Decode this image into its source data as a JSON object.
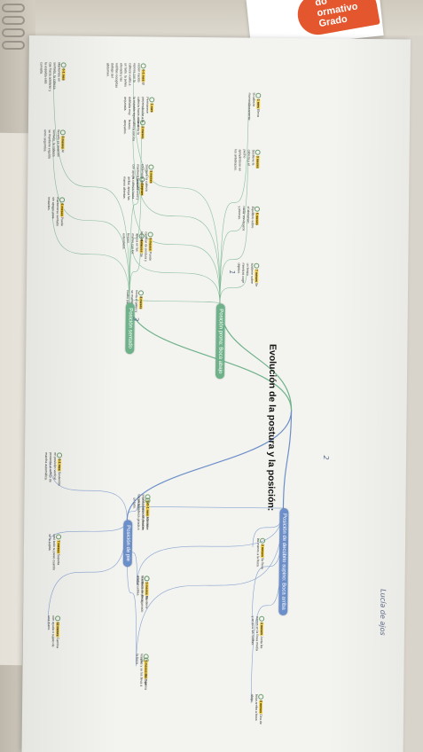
{
  "title": "Evolución de la postura y la posición:",
  "handwritten_header": "Lucía de ajos",
  "booklet_badge": [
    "do",
    "ormativo",
    "Grado"
  ],
  "colors": {
    "paper": "#f3f3ef",
    "green": "#6fb28a",
    "blue": "#6c8fc9",
    "teal": "#5fb0a5",
    "highlight": "#f6d34c"
  },
  "branches": [
    {
      "label": "Posición prona: Boca abajo",
      "color": "#6fb28a",
      "nodes": [
        {
          "age": "0-1 mes",
          "text": "El recién nacido reposa con la cabeza vuelta a un lado, la pelvis elevada y las rodillas recogidas debajo del abdomen."
        },
        {
          "age": "1 mes",
          "text": "Eleva la cabeza momentáneamente."
        },
        {
          "age": "2 meses",
          "text": "Levanta la cabeza con los brazos apoyados."
        },
        {
          "age": "3 meses",
          "text": "Sostiene la cabeza y el pecho apoyándose en los antebrazos."
        },
        {
          "age": "4 meses",
          "text": "Lleva el tronco y la cabeza hacia arriba; apoya las manos abiertas."
        },
        {
          "age": "5 meses",
          "text": "Equilibrio sobre el abdomen; nadar con brazos y piernas."
        },
        {
          "age": "6 meses",
          "text": "Se apoya en las manos con los brazos extendidos."
        },
        {
          "age": "7 meses",
          "text": "Se sostiene sobre un brazo mientras coge objetos."
        },
        {
          "age": "8 meses",
          "text": "Inicia el gateo y se mantiene a cuatro patas."
        }
      ]
    },
    {
      "label": "Posición sentado",
      "color": "#6fb28a",
      "nodes": [
        {
          "age": "0-1 mes",
          "text": "Mantenido en sentado, la cabeza cae hacia adelante y la espalda está curvada."
        },
        {
          "age": "1 mes",
          "text": "Permanece perpendicular a la cabeza hacia atrás si la espalda sigue doblada muy arqueada."
        },
        {
          "age": "3 meses",
          "text": "Al llevarlo en posición sentado, la cabeza se mantiene erguida unos segundos."
        },
        {
          "age": "5 meses",
          "text": "Sostiene la cabeza totalmente recta y se mantiene sentado con apoyo."
        },
        {
          "age": "6 meses",
          "text": "Puede mantenerse sentado sin apoyo unos instantes."
        },
        {
          "age": "9 meses",
          "text": "Puede cambiar de postura y levantarse."
        }
      ]
    },
    {
      "label": "Posición de pie",
      "color": "#6c8fc9",
      "nodes": [
        {
          "age": "0-1 mes",
          "text": "Sostenido en posición vertical presenta el reflejo de marcha automática."
        },
        {
          "age": "5 meses",
          "text": "Sostenido soporta parte del peso en las piernas."
        },
        {
          "age": "7 meses",
          "text": "Soporta casi todo su peso cuando se le sujeta."
        },
        {
          "age": "9 meses",
          "text": "Se mantiene de pie agarrado a los muebles."
        },
        {
          "age": "12 meses",
          "text": "Camina con ayuda o sujeto de una mano."
        },
        {
          "age": "14 meses",
          "text": "Camina solo."
        }
      ]
    },
    {
      "label": "Posición de decúbito supino: Boca arriba",
      "color": "#6c8fc9",
      "nodes": [
        {
          "age": "0-1 mes",
          "text": "Mantiene una postura de flexión, con la cabeza girada a un lado."
        },
        {
          "age": "2 meses",
          "text": "Se lleva las manos a la boca."
        },
        {
          "age": "3 meses",
          "text": "Mantiene la cabeza en línea media."
        },
        {
          "age": "4 meses",
          "text": "Junta las manos en la línea media y se toca las rodillas."
        },
        {
          "age": "5 meses",
          "text": "Se coge los pies y se los lleva a la boca."
        },
        {
          "age": "6 meses",
          "text": "Gira de boca arriba a boca abajo."
        }
      ]
    }
  ],
  "annotations": [
    "1",
    "2",
    "3"
  ]
}
